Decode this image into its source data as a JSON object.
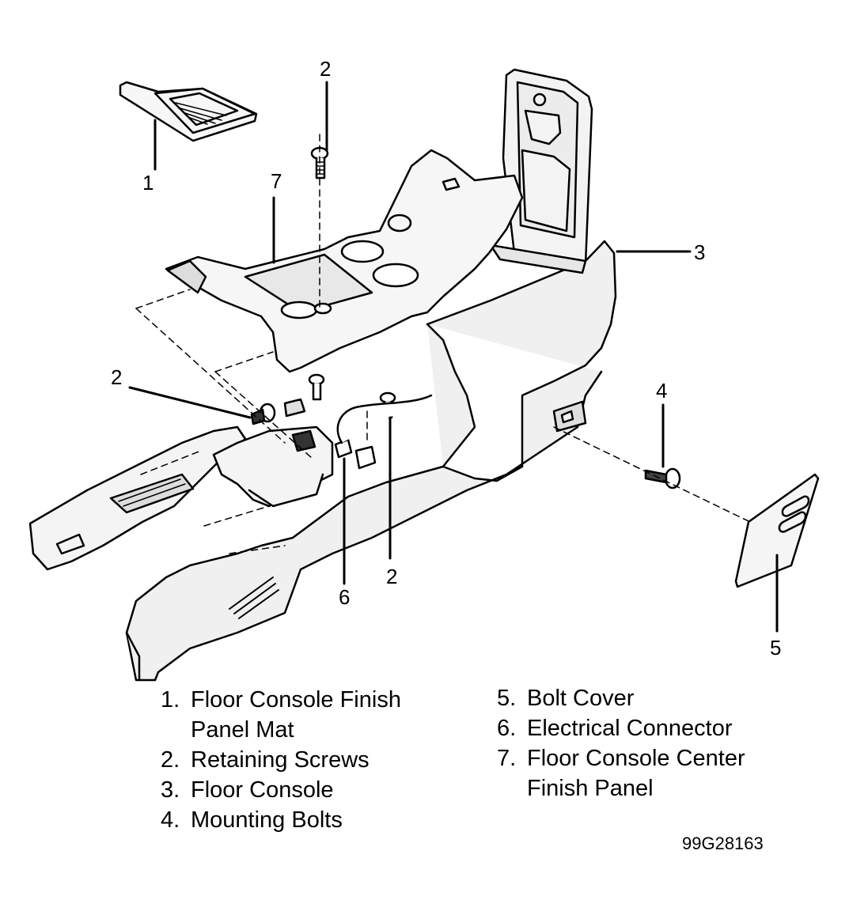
{
  "callouts": {
    "c1": "1",
    "c2_top": "2",
    "c2_left": "2",
    "c2_bottom": "2",
    "c3": "3",
    "c4": "4",
    "c5": "5",
    "c6": "6",
    "c7": "7"
  },
  "legend": {
    "left": [
      {
        "num": "1.",
        "text": "Floor Console Finish",
        "text2": "Panel Mat"
      },
      {
        "num": "2.",
        "text": "Retaining Screws"
      },
      {
        "num": "3.",
        "text": "Floor Console"
      },
      {
        "num": "4.",
        "text": "Mounting Bolts"
      }
    ],
    "right": [
      {
        "num": "5.",
        "text": "Bolt Cover"
      },
      {
        "num": "6.",
        "text": "Electrical Connector"
      },
      {
        "num": "7.",
        "text": "Floor Console Center",
        "text2": "Finish Panel"
      }
    ]
  },
  "figure_code": "99G28163"
}
